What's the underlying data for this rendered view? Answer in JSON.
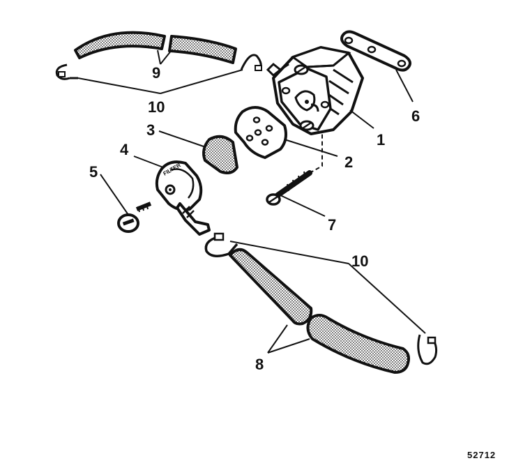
{
  "callouts": {
    "c1": "1",
    "c2": "2",
    "c3": "3",
    "c4": "4",
    "c5": "5",
    "c6": "6",
    "c7": "7",
    "c8": "8",
    "c9": "9",
    "c10_top": "10",
    "c10_bottom": "10"
  },
  "filter_label": "FILTER",
  "figure_number": "52712",
  "colors": {
    "ink": "#111111",
    "paper": "#ffffff"
  }
}
